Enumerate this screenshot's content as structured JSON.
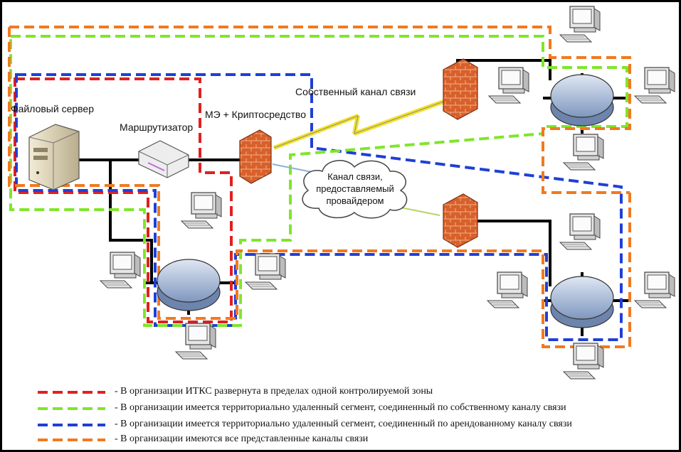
{
  "labels": {
    "file_server": "Файловый сервер",
    "router": "Маршрутизатор",
    "firewall_crypto": "МЭ + Криптосредство",
    "own_channel": "Собственный канал связи",
    "provider_channel_l1": "Канал связи,",
    "provider_channel_l2": "предоставляемый",
    "provider_channel_l3": "провайдером"
  },
  "legend": [
    {
      "color": "#e02020",
      "text": "- В организации ИТКС развернута в пределах одной контролируемой зоны"
    },
    {
      "color": "#7fe62a",
      "text": "- В организации имеется территориально удаленный сегмент, соединенный по собственному каналу связи"
    },
    {
      "color": "#1f3fd6",
      "text": "- В организации имеется территориально удаленный сегмент, соединенный по арендованному каналу связи"
    },
    {
      "color": "#f07a20",
      "text": "- В организации имеются все представленные каналы связи"
    }
  ],
  "icons": [
    "server-icon",
    "router-icon",
    "firewall-icon",
    "hub-icon",
    "workstation-icon",
    "lightning-icon",
    "cloud-icon"
  ]
}
